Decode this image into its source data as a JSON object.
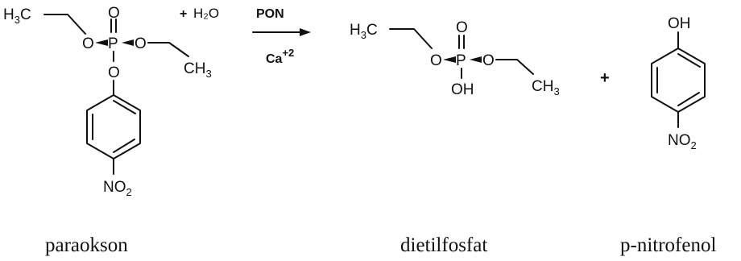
{
  "colors": {
    "ink": "#111111",
    "background": "#ffffff"
  },
  "reaction": {
    "reagent_plus": "+",
    "reagent_water": "H₂O",
    "catalyst": "PON",
    "cofactor": "Ca",
    "cofactor_charge": "+2"
  },
  "compounds": [
    {
      "caption": "paraokson"
    },
    {
      "caption": "dietilfosfat"
    },
    {
      "caption": "p-nitrofenol"
    }
  ],
  "atoms": {
    "p": "P",
    "o": "O",
    "oh": "OH",
    "h": "H",
    "c": "C",
    "three": "3",
    "n": "N",
    "two": "2"
  },
  "plus_sign": "+"
}
